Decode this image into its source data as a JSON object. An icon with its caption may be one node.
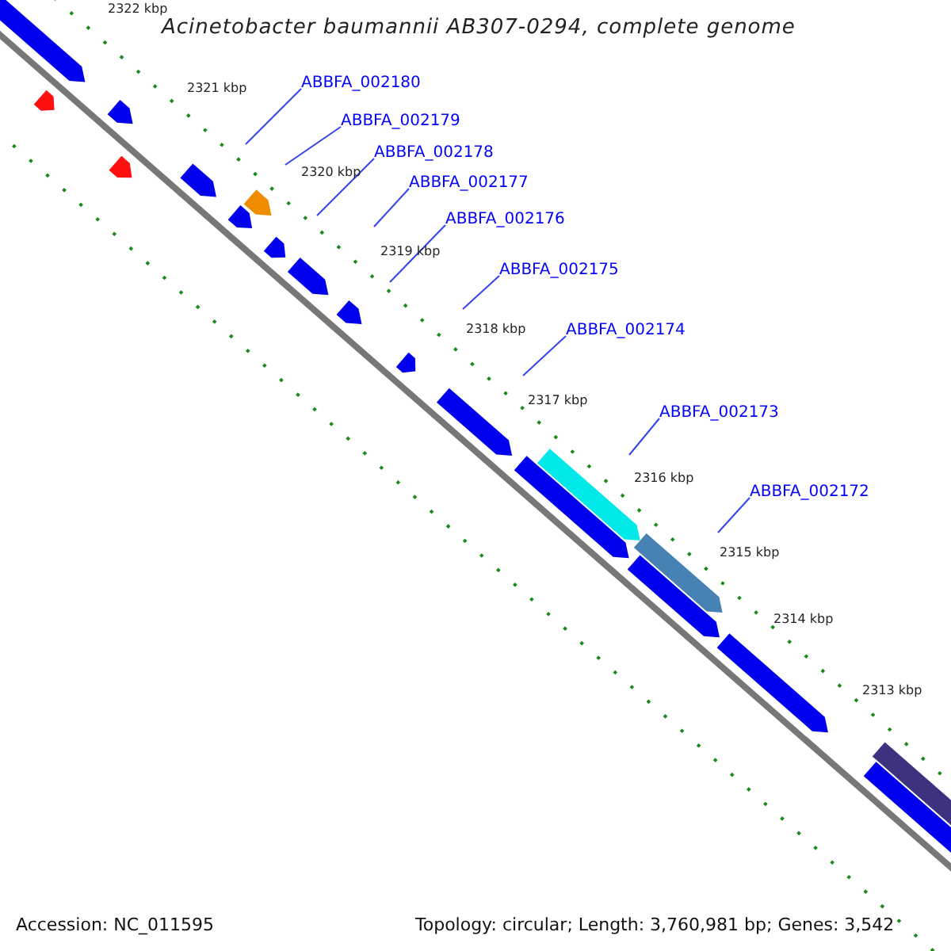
{
  "diagram": {
    "title": "Acinetobacter baumannii AB307-0294, complete genome",
    "nodes": [
      {
        "text": [
          "ABBFA_002180"
        ]
      },
      {
        "text": [
          "ABBFA_002179"
        ]
      },
      {
        "text": [
          "ABBFA_002178"
        ]
      },
      {
        "text": [
          "ABBFA_002177"
        ]
      },
      {
        "text": [
          "ABBFA_002176"
        ]
      },
      {
        "text": [
          "ABBFA_002175"
        ]
      },
      {
        "text": [
          "ABBFA_002174"
        ]
      },
      {
        "text": [
          "ABBFA_002173"
        ]
      },
      {
        "text": [
          "ABBFA_002172"
        ]
      }
    ],
    "edges": [
      {
        "from": 0,
        "to": null,
        "arrow": "none"
      },
      {
        "from": 1,
        "to": null,
        "arrow": "none"
      },
      {
        "from": 2,
        "to": null,
        "arrow": "none"
      },
      {
        "from": 3,
        "to": null,
        "arrow": "none"
      },
      {
        "from": 4,
        "to": null,
        "arrow": "none"
      },
      {
        "from": 5,
        "to": null,
        "arrow": "none"
      },
      {
        "from": 6,
        "to": null,
        "arrow": "none"
      },
      {
        "from": 7,
        "to": null,
        "arrow": "none"
      },
      {
        "from": 8,
        "to": null,
        "arrow": "none"
      }
    ],
    "labels": [
      "2322 kbp",
      "2321 kbp",
      "2320 kbp",
      "2319 kbp",
      "2318 kbp",
      "2317 kbp",
      "2316 kbp",
      "2315 kbp",
      "2314 kbp",
      "2313 kbp",
      "Accession: NC_011595",
      "Topology: circular; Length: 3,760,981 bp; Genes: 3,542"
    ]
  }
}
